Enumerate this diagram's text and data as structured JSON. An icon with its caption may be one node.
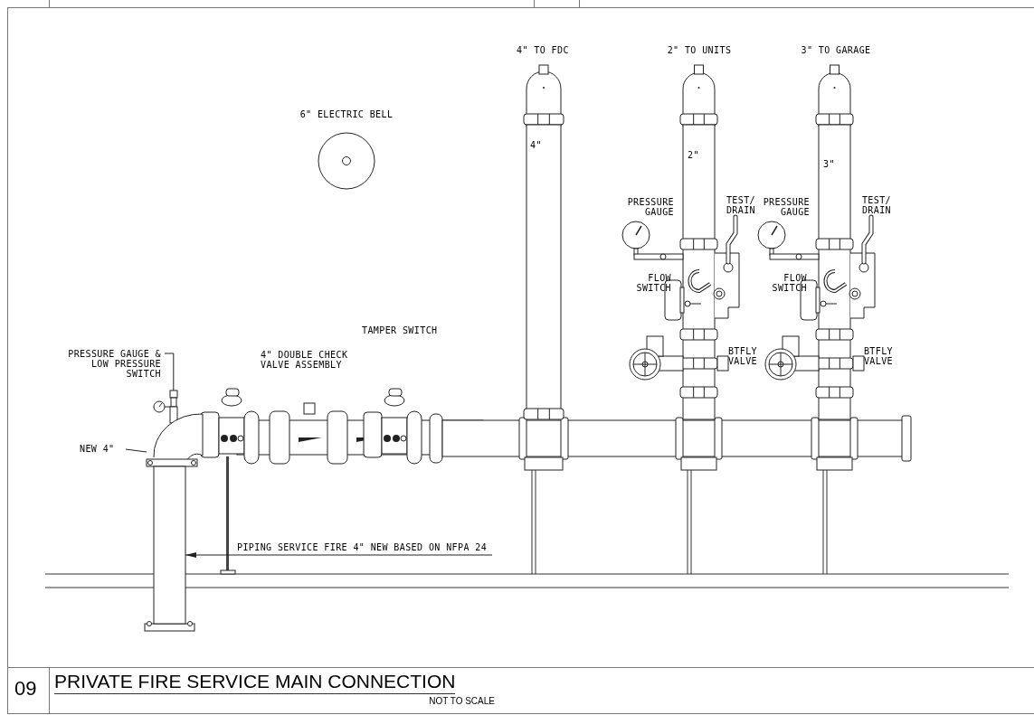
{
  "diagram": {
    "title": "PRIVATE FIRE SERVICE MAIN CONNECTION",
    "caption": "NOT TO SCALE",
    "nodes": [
      {
        "text": [
          "PRESSURE GAUGE & LOW PRESSURE SWITCH"
        ]
      },
      {
        "text": [],
        "shape": "picture"
      },
      {
        "text": [
          "NEW 4\""
        ]
      },
      {
        "text": [],
        "shape": "picture"
      },
      {
        "text": [
          "PIPING SERVICE FIRE 4\" NEW BASED ON NFPA 24"
        ]
      },
      {
        "text": [],
        "shape": "box"
      }
    ],
    "edges": [
      {
        "from": 0,
        "to": 1,
        "arrow": "none"
      },
      {
        "from": 2,
        "to": 3,
        "arrow": "none"
      },
      {
        "from": 4,
        "to": 5,
        "arrow": "to"
      }
    ],
    "labels": [
      "6\" ELECTRIC BELL",
      "4\" TO FDC",
      "2\" TO UNITS",
      "3\" TO GARAGE",
      "4\"",
      "2\"",
      "PRESSURE GAUGE",
      "TEST/ DRAIN",
      "FLOW SWITCH",
      "BTFLY VALVE",
      "3\"",
      "PRESSURE GAUGE",
      "TEST/ DRAIN",
      "FLOW SWITCH",
      "BTFLY VALVE",
      "TAMPER SWITCH",
      "4\" DOUBLE CHECK VALVE ASSEMBLY",
      "09"
    ]
  }
}
